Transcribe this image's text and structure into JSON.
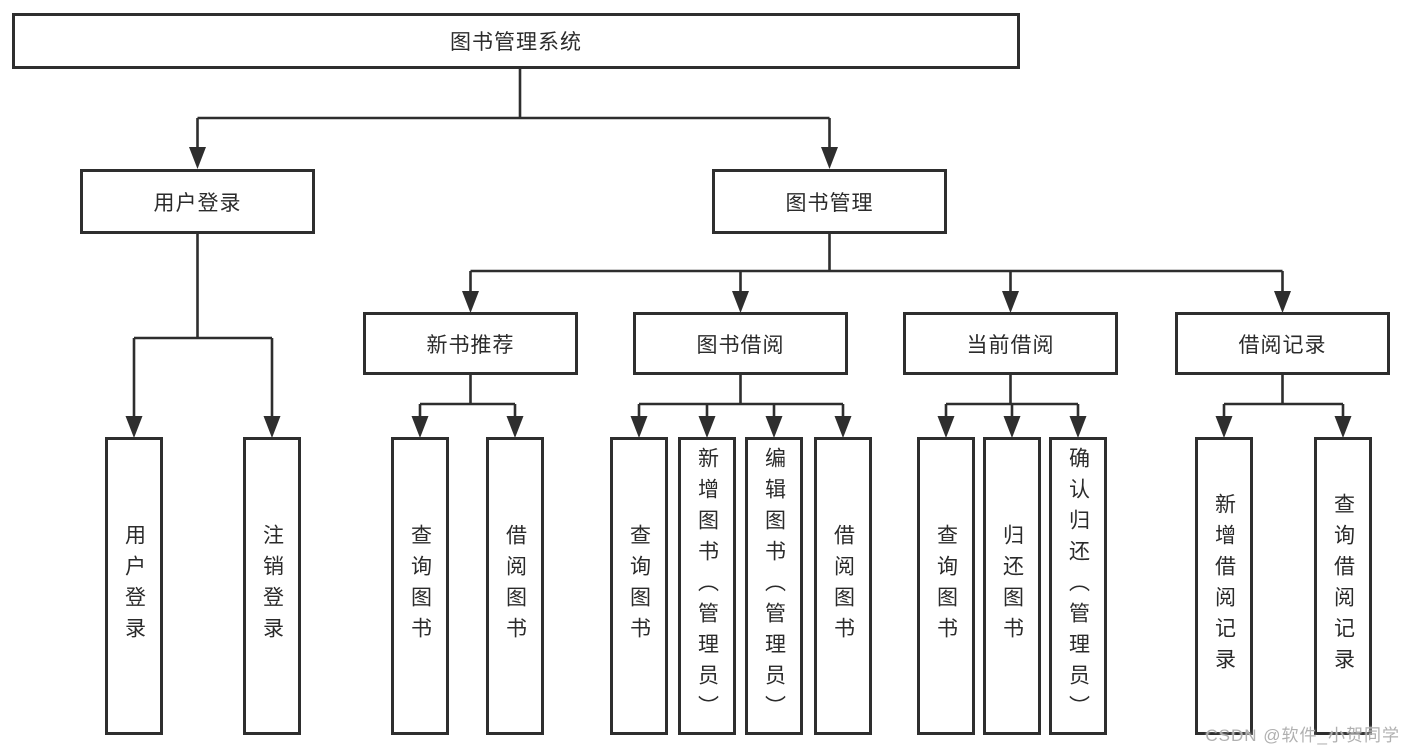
{
  "diagram": {
    "title": "图书管理系统",
    "watermark": "CSDN @软件_小贺同学",
    "colors": {
      "line": "#2e2e2e",
      "box_border": "#2e2e2e",
      "box_background": "#ffffff",
      "text": "#2b2b2b",
      "watermark": "#b0b0b0"
    },
    "root": {
      "label": "图书管理系统"
    },
    "level2": [
      {
        "label": "用户登录"
      },
      {
        "label": "图书管理"
      }
    ],
    "level3": [
      {
        "label": "新书推荐"
      },
      {
        "label": "图书借阅"
      },
      {
        "label": "当前借阅"
      },
      {
        "label": "借阅记录"
      }
    ],
    "leaves": {
      "user_login": [
        {
          "label": "用户登录"
        },
        {
          "label": "注销登录"
        }
      ],
      "new_book": [
        {
          "label": "查询图书"
        },
        {
          "label": "借阅图书"
        }
      ],
      "book_borrow": [
        {
          "label": "查询图书"
        },
        {
          "label": "新增图书（管理员）"
        },
        {
          "label": "编辑图书（管理员）"
        },
        {
          "label": "借阅图书"
        }
      ],
      "current_borrow": [
        {
          "label": "查询图书"
        },
        {
          "label": "归还图书"
        },
        {
          "label": "确认归还（管理员）"
        }
      ],
      "borrow_records": [
        {
          "label": "新增借阅记录"
        },
        {
          "label": "查询借阅记录"
        }
      ]
    }
  }
}
